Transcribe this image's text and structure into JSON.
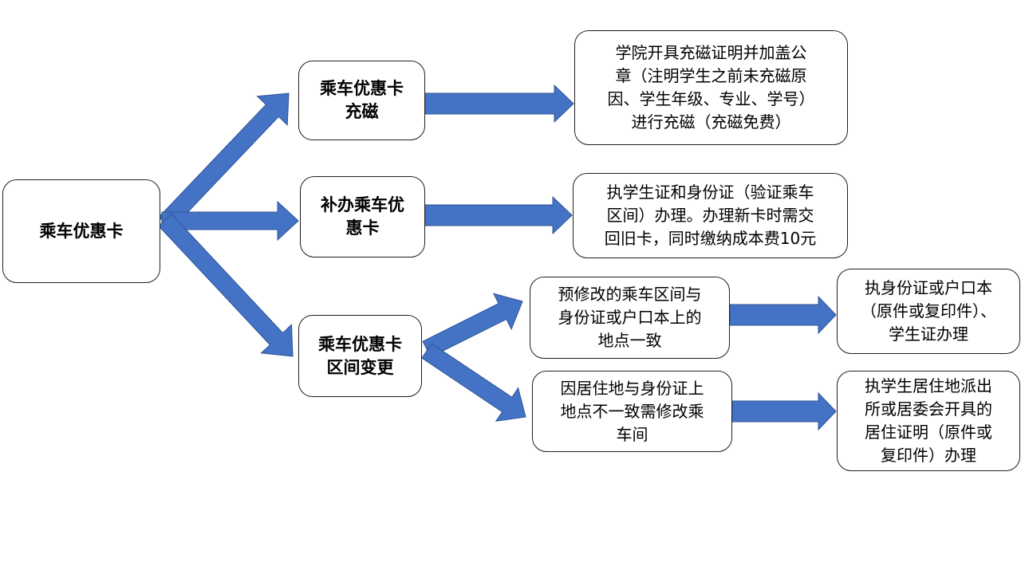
{
  "colors": {
    "arrow": "#4472C4",
    "arrow_edge": "#2F5597",
    "box_border": "#1f1f1f"
  },
  "nodes": {
    "root": {
      "text": "乘车优惠卡"
    },
    "recharge": {
      "text": "乘车优惠卡\n充磁"
    },
    "reissue": {
      "text": "补办乘车优\n惠卡"
    },
    "change": {
      "text": "乘车优惠卡\n区间变更"
    },
    "recharge_detail": {
      "text": "学院开具充磁证明并加盖公\n章（注明学生之前未充磁原\n因、学生年级、专业、学号）\n进行充磁（充磁免费）"
    },
    "reissue_detail": {
      "text": "执学生证和身份证（验证乘车\n区间）办理。办理新卡时需交\n回旧卡，同时缴纳成本费10元"
    },
    "change_a": {
      "text": "预修改的乘车区间与\n身份证或户口本上的\n地点一致"
    },
    "change_b": {
      "text": "因居住地与身份证上\n地点不一致需修改乘\n车间"
    },
    "change_a_detail": {
      "text": "执身份证或户口本\n（原件或复印件）、\n学生证办理"
    },
    "change_b_detail": {
      "text": "执学生居住地派出\n所或居委会开具的\n居住证明（原件或\n复印件）办理"
    }
  }
}
